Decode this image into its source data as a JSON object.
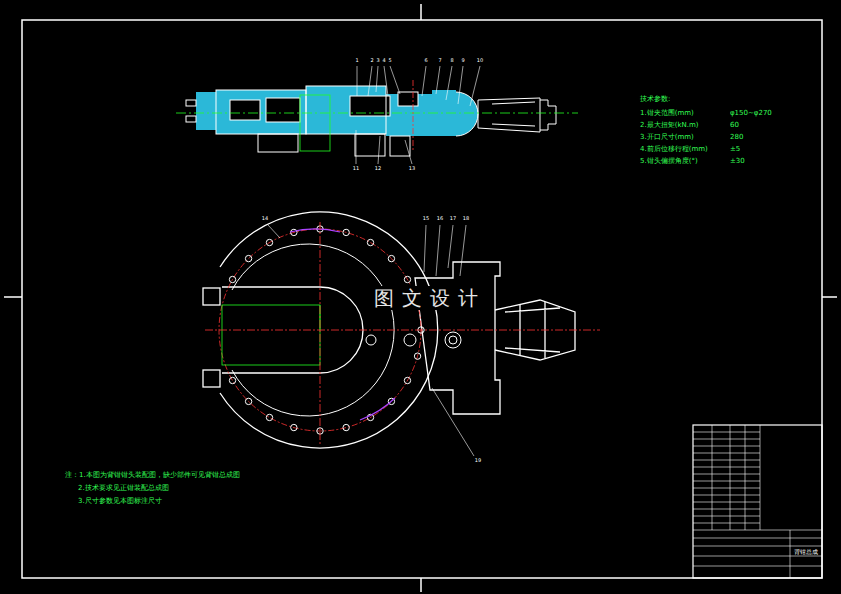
{
  "diagram": {
    "labels": [
      "技术参数:",
      "1.钳夹范围(mm)",
      "φ150~φ270",
      "2.最大扭矩(kN.m)",
      "60",
      "3.开口尺寸(mm)",
      "280",
      "4.前后位移行程(mm)",
      "±5",
      "5.钳头偏摆角度(°)",
      "±30",
      "注：1.本图为背钳钳头装配图，缺少部件可见背钳总成图",
      "2.技术要求见正钳装配总成图",
      "3.尺寸参数见本图标注尺寸",
      "图文设计",
      "1",
      "2",
      "3",
      "4",
      "5",
      "6",
      "7",
      "8",
      "9",
      "10",
      "11",
      "12",
      "13",
      "14",
      "15",
      "16",
      "17",
      "18",
      "19",
      "背钳总成"
    ]
  }
}
